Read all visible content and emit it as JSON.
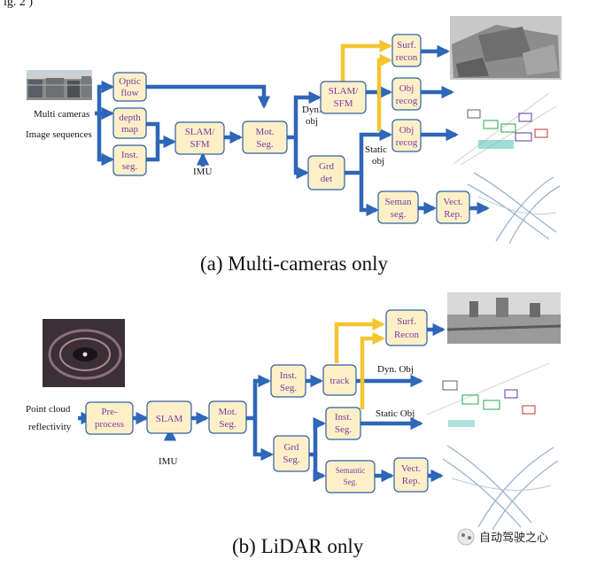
{
  "top_partial_text": "ig. 2 )",
  "panel_a": {
    "caption": "(a)   Multi-cameras only",
    "input_label_1": "Multi cameras",
    "input_label_2": "Image sequences",
    "imu_label": "IMU",
    "dyn_label_1": "Dyn.",
    "dyn_label_2": "obj",
    "static_label_1": "Static",
    "static_label_2": "obj",
    "boxes": {
      "optic": [
        "Optic",
        "flow"
      ],
      "depth": [
        "depth",
        "map"
      ],
      "inst": [
        "Inst.",
        "seg."
      ],
      "slam": [
        "SLAM/",
        "SFM"
      ],
      "mot": [
        "Mot.",
        "Seg."
      ],
      "slam2": [
        "SLAM/",
        "SFM"
      ],
      "grd": [
        "Grd",
        "det"
      ],
      "surf": [
        "Surf.",
        "recon"
      ],
      "obj1": [
        "Obj",
        "recog"
      ],
      "obj2": [
        "Obj",
        "recog"
      ],
      "seman": [
        "Seman",
        "seg."
      ],
      "vect": [
        "Vect.",
        "Rep."
      ]
    }
  },
  "panel_b": {
    "caption": "(b)   LiDAR only",
    "input_label_1": "Point cloud",
    "input_label_2": "reflectivity",
    "imu_label": "IMU",
    "dyn_label": "Dyn. Obj",
    "static_label": "Static Obj",
    "boxes": {
      "pre": [
        "Pre-",
        "process"
      ],
      "slam": [
        "SLAM"
      ],
      "mot": [
        "Mot.",
        "Seg."
      ],
      "inst1": [
        "Inst.",
        "Seg."
      ],
      "grd": [
        "Grd",
        "Seg."
      ],
      "track": [
        "track"
      ],
      "surf": [
        "Surf.",
        "Recon"
      ],
      "inst2": [
        "Inst.",
        "Seg."
      ],
      "semantic": [
        "Semantic",
        "Seg."
      ],
      "vect": [
        "Vect.",
        "Rep."
      ]
    }
  },
  "watermark": "自动驾驶之心",
  "colors": {
    "box_fill": "#fdf0c8",
    "box_border": "#2e5fa3",
    "box_text": "#7a3aa0",
    "arrow_blue": "#2e66b8",
    "arrow_yellow": "#f4c531"
  }
}
